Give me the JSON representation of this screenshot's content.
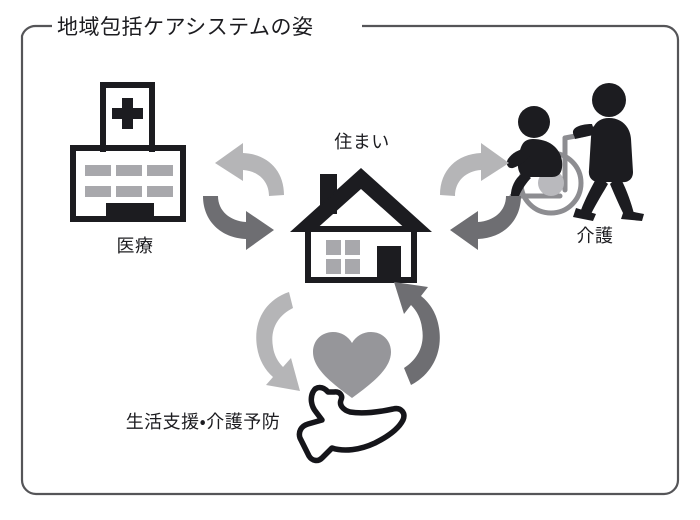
{
  "figure": {
    "title": "地域包括ケアシステムの姿",
    "background_color": "#ffffff",
    "border_color": "#555558"
  },
  "nodes": {
    "center": {
      "label": "住まい",
      "icon": "house-icon",
      "role": "center"
    },
    "medical": {
      "label": "医療",
      "icon": "hospital-icon",
      "role": "satellite-left"
    },
    "care": {
      "label": "介護",
      "icon": "wheelchair-caregiver-icon",
      "role": "satellite-right"
    },
    "support": {
      "label": "生活支援・介護予防",
      "icon": "hand-heart-icon",
      "role": "satellite-bottom"
    }
  },
  "connectors": [
    {
      "name": "medical-exchange",
      "from": "医療",
      "to": "住まい",
      "bidirectional": true,
      "outbound_color": "#b5b5b7",
      "inbound_color": "#6e6e72"
    },
    {
      "name": "care-exchange",
      "from": "介護",
      "to": "住まい",
      "bidirectional": true,
      "outbound_color": "#b5b5b7",
      "inbound_color": "#6e6e72"
    },
    {
      "name": "support-exchange",
      "from": "生活支援・介護予防",
      "to": "住まい",
      "bidirectional": true,
      "outbound_color": "#b5b5b7",
      "inbound_color": "#6e6e72"
    }
  ],
  "palette": {
    "ink": "#1c1c20",
    "window_gray": "#a8a8ac",
    "heart_gray": "#96969a",
    "arrow_light": "#b5b5b7",
    "arrow_dark": "#6e6e72",
    "wheel_gray": "#8d8d91"
  }
}
